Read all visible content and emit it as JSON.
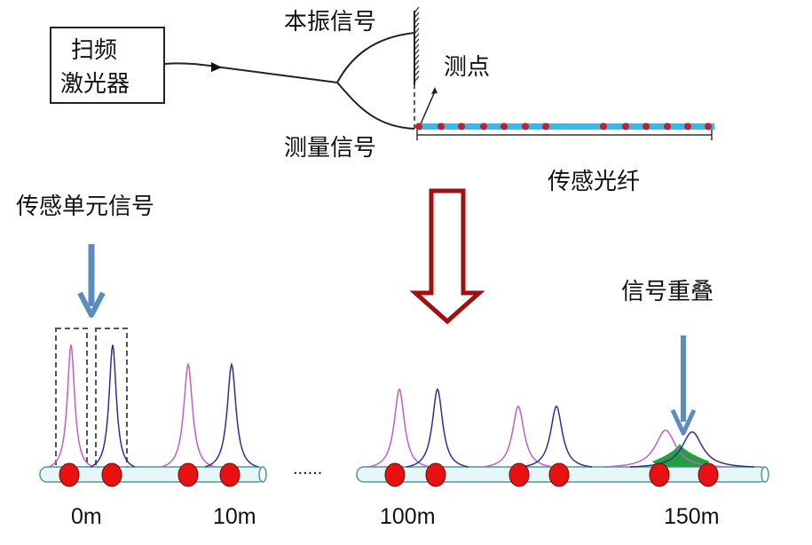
{
  "laser_box": {
    "line1": "扫频",
    "line2": "激光器"
  },
  "labels": {
    "local_oscillator": "本振信号",
    "measure_point": "测点",
    "measurement_signal": "测量信号",
    "sensing_fiber": "传感光纤",
    "sensing_unit_signal": "传感单元信号",
    "signal_overlap": "信号重叠",
    "ellipsis": "......"
  },
  "distances": [
    "0m",
    "10m",
    "100m",
    "150m"
  ],
  "colors": {
    "peak_a": "#c060c0",
    "peak_b": "#303090",
    "dot": "#e81010",
    "fiber_top": "#33bbee",
    "arrow_blue": "#5b8cc0",
    "arrow_red": "#a01010",
    "overlap": "#22a040"
  }
}
